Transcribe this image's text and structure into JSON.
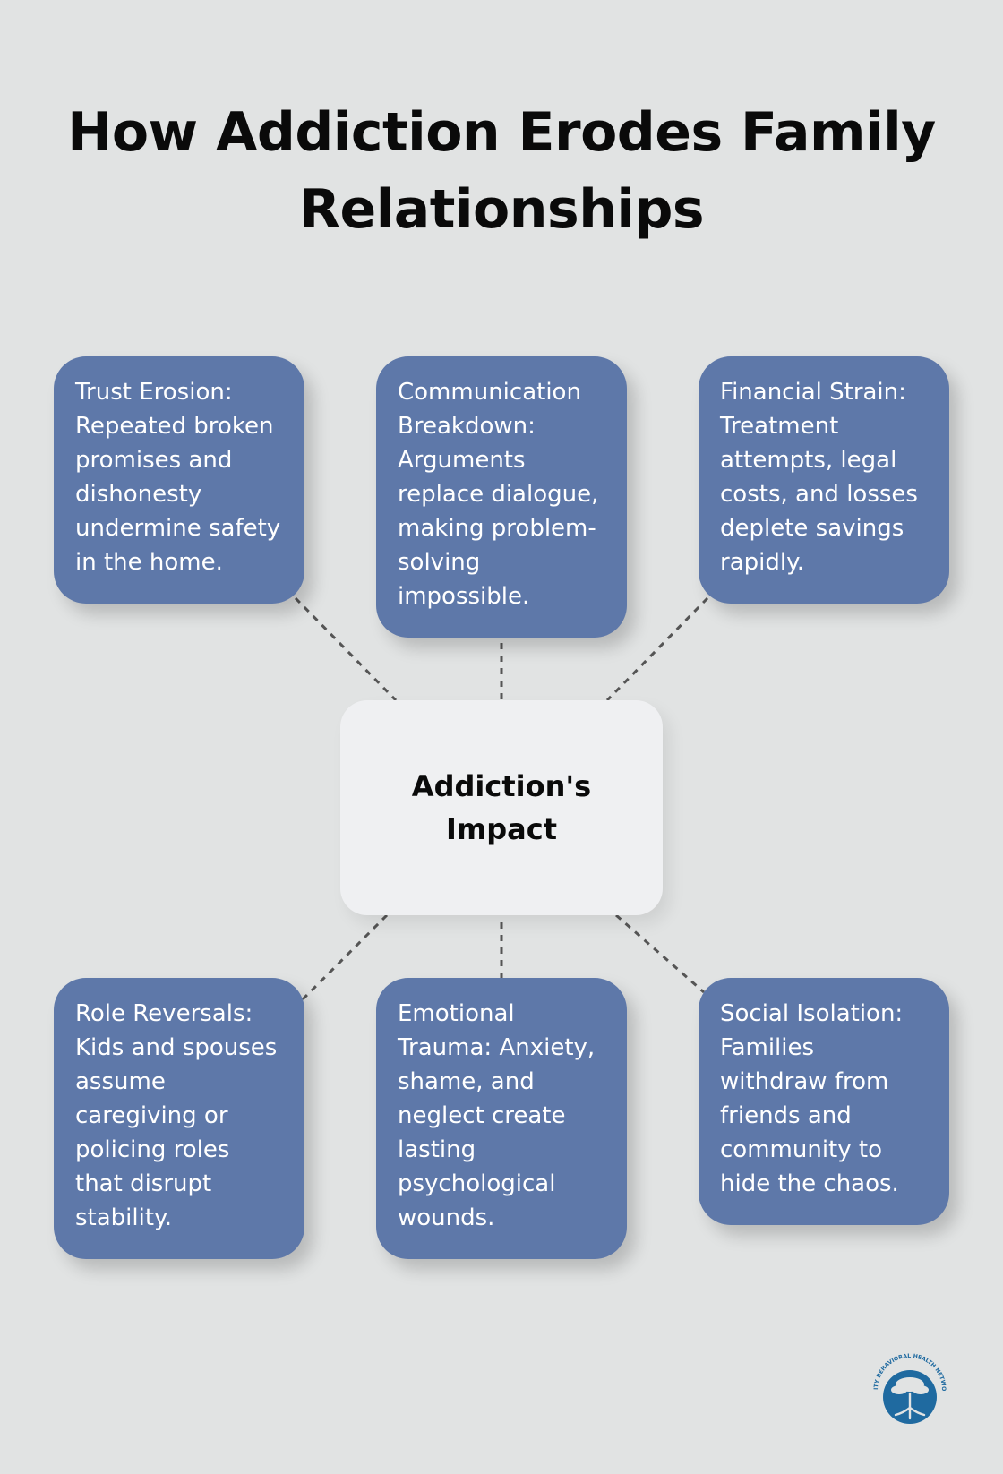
{
  "title": "How Addiction Erodes Family Relationships",
  "center": {
    "label": "Addiction's Impact"
  },
  "nodes": [
    {
      "text": "Trust Erosion: Repeated broken promises and dishonesty undermine safety in the home."
    },
    {
      "text": "Communication Breakdown: Arguments replace dialogue, making problem-solving impossible."
    },
    {
      "text": "Financial Strain: Treatment attempts, legal costs, and losses deplete savings rapidly."
    },
    {
      "text": "Role Reversals: Kids and spouses assume caregiving or policing roles that disrupt stability."
    },
    {
      "text": "Emotional Trauma: Anxiety, shame, and neglect create lasting psychological wounds."
    },
    {
      "text": "Social Isolation: Families withdraw from friends and community to hide the chaos."
    }
  ],
  "logo": {
    "text": "AMITY BEHAVIORAL HEALTH NETWORK",
    "icon": "tree-icon",
    "color": "#1f6aa0"
  },
  "colors": {
    "background": "#e1e3e3",
    "card": "#5e78a9",
    "center": "#eff0f2",
    "connector": "#555555"
  }
}
